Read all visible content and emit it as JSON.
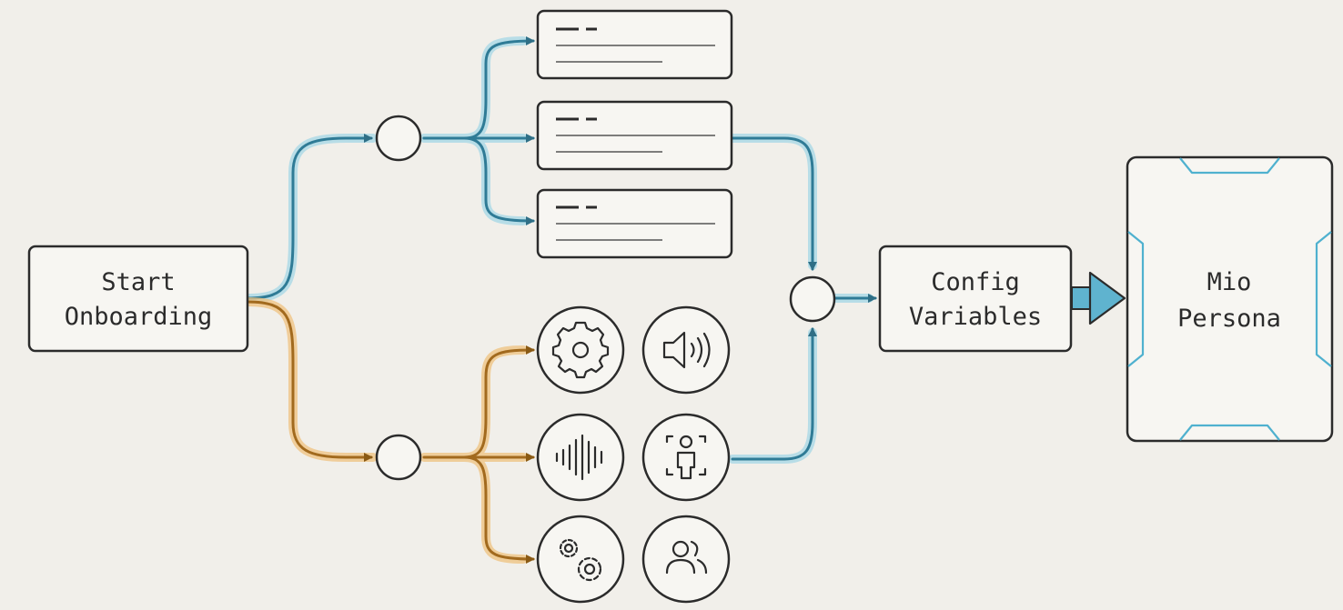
{
  "nodes": {
    "start": {
      "line1": "Start",
      "line2": "Onboarding"
    },
    "config": {
      "line1": "Config",
      "line2": "Variables"
    },
    "persona": {
      "line1": "Mio",
      "line2": "Persona"
    }
  },
  "icons": {
    "row1": [
      "gear-icon",
      "speaker-icon"
    ],
    "row2": [
      "waveform-icon",
      "person-scan-icon"
    ],
    "row3": [
      "gears-icon",
      "users-icon"
    ]
  },
  "colors": {
    "background": "#f1efea",
    "ink": "#2b2b2b",
    "blue_flow": "#4aa8c8",
    "orange_flow": "#d9a24e",
    "accent": "#5fbcd6"
  }
}
